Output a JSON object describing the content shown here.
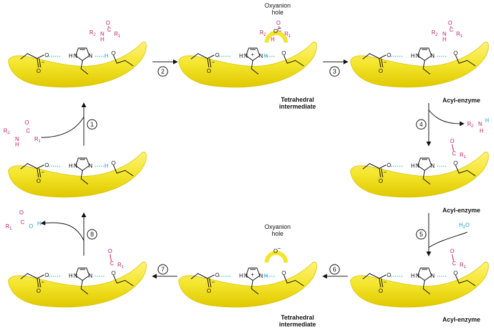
{
  "steps": [
    "1",
    "2",
    "3",
    "4",
    "5",
    "6",
    "7",
    "8"
  ],
  "labels": {
    "oxyanion": [
      "Oxyanion",
      "hole"
    ],
    "tetrahedral": [
      "Tetrahedral",
      "intermediate"
    ],
    "acyl_enzyme": "Acyl-enzyme"
  },
  "chem": {
    "r1": "R",
    "r1_sub": "1",
    "r2": "R",
    "r2_sub": "2",
    "N": "N",
    "H": "H",
    "O": "O",
    "C": "C",
    "h2o": "H",
    "h2o_sub": "2",
    "h2o_o": "O",
    "minus": "−",
    "plus": "+"
  },
  "colors": {
    "enzyme": "#f3e52b",
    "substrate": "#c2185b",
    "proton": "#1e9bc6",
    "hbond": "#22a8a0"
  }
}
